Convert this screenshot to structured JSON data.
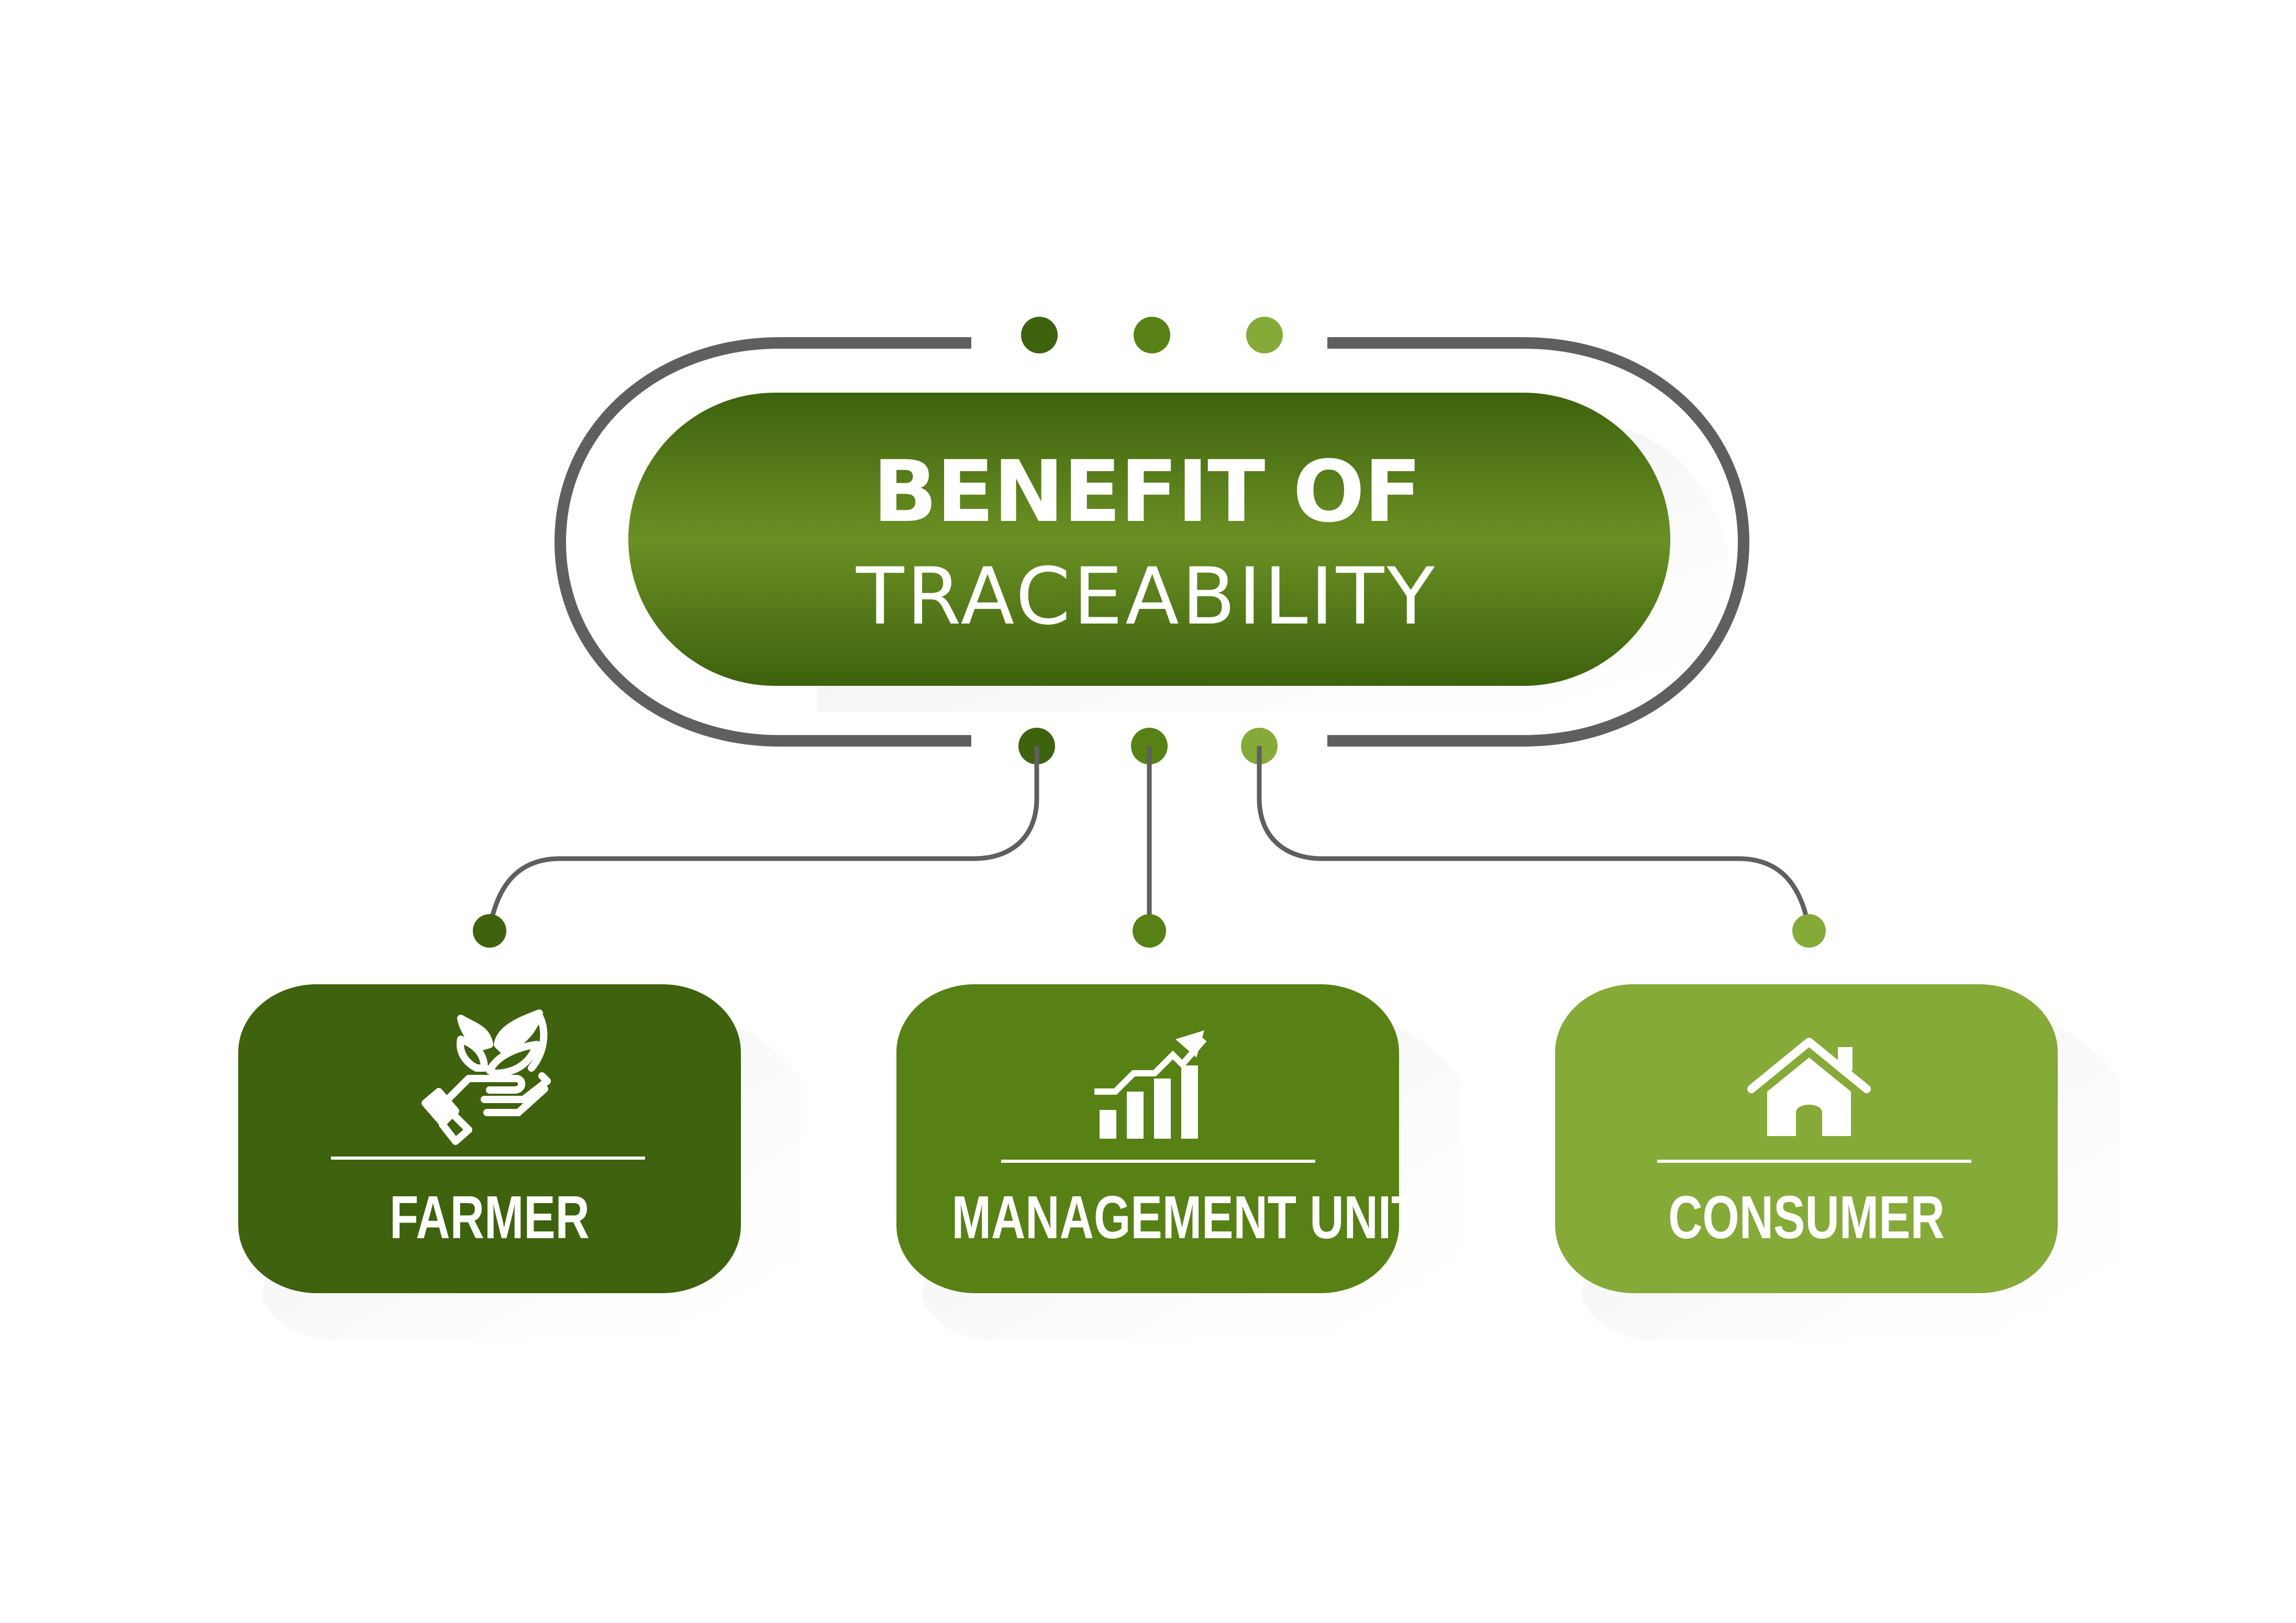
{
  "title": {
    "line1": "BENEFIT OF",
    "line2": "TRACEABILITY"
  },
  "colors": {
    "dark_green": "#3e620d",
    "mid_green": "#578114",
    "light_green": "#85aa38",
    "connector_gray": "#5f5f5f"
  },
  "cards": [
    {
      "label": "FARMER",
      "icon": "hand-sprout-icon"
    },
    {
      "label": "MANAGEMENT UNIT",
      "icon": "growth-chart-icon"
    },
    {
      "label": "CONSUMER",
      "icon": "house-icon"
    }
  ]
}
